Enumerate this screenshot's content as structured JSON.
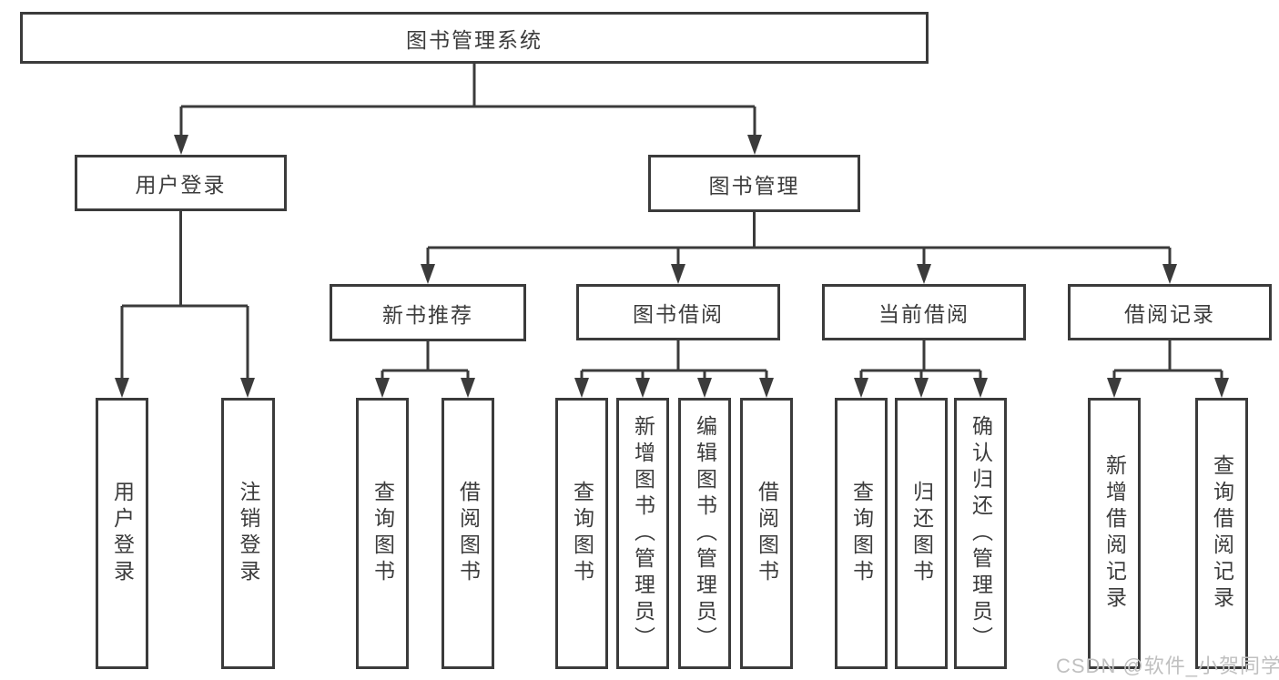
{
  "tree": {
    "root": "图书管理系统",
    "user_login": {
      "label": "用户登录",
      "children": [
        "用户登录",
        "注销登录"
      ]
    },
    "book_mgmt": {
      "label": "图书管理",
      "sections": [
        {
          "label": "新书推荐",
          "children": [
            "查询图书",
            "借阅图书"
          ]
        },
        {
          "label": "图书借阅",
          "children": [
            "查询图书",
            "新增图书（管理员）",
            "编辑图书（管理员）",
            "借阅图书"
          ]
        },
        {
          "label": "当前借阅",
          "children": [
            "查询图书",
            "归还图书",
            "确认归还（管理员）"
          ]
        },
        {
          "label": "借阅记录",
          "children": [
            "新增借阅记录",
            "查询借阅记录"
          ]
        }
      ]
    }
  },
  "watermark": "CSDN @软件_小贺同学",
  "colors": {
    "line": "#3b3b3b",
    "text": "#3c3c3c",
    "watermark": "#c0c0c0",
    "background": "#ffffff"
  }
}
